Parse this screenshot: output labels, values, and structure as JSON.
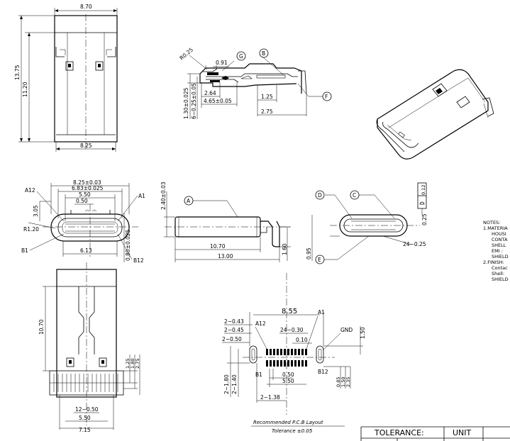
{
  "dims": {
    "top_width": "8.70",
    "overall_height": "13.75",
    "body_height": "11.20",
    "bottom_width": "8.25",
    "side_r": "R0.25",
    "side_091": "0.91",
    "side_130": "1.30±0.025",
    "side_6_025": "6−0.25±0.05",
    "side_264": "2.64",
    "side_465": "4.65±0.05",
    "side_125": "1.25",
    "side_275": "2.75",
    "front_825": "8.25±0.03",
    "front_683": "6.83±0.025",
    "front_550": "5.50",
    "front_050": "0.50",
    "front_305": "3.05",
    "front_r120": "R1.20",
    "front_613": "6.13",
    "front_080": "0.80±0.025",
    "side2_240": "2.40±0.03",
    "side2_1070": "10.70",
    "side2_1300": "13.00",
    "side2_160": "1.60",
    "end_095": "0.95",
    "end_24": "24−0.25",
    "end_012": "0.12",
    "end_025": "0.25",
    "bottom_1070": "10.70",
    "bottom_125": "1.25",
    "bottom_180": "1.80",
    "bottom_275": "2.75",
    "bottom_12_050": "12−0.50",
    "bottom_550": "5.50",
    "bottom_715": "7.15",
    "pcb_855": "8.55",
    "pcb_2_043": "2−0.43",
    "pcb_2_045": "2−0.45",
    "pcb_2_050": "2−0.50",
    "pcb_24_030": "24−0.30",
    "pcb_010": "0.10",
    "pcb_150": "1.50",
    "pcb_050": "0.50",
    "pcb_550": "5.50",
    "pcb_2_180": "2−1.80",
    "pcb_2_140": "2−1.40",
    "pcb_085": "0.85",
    "pcb_150b": "1.50",
    "pcb_235": "2.35",
    "pcb_2_138": "2−1.38"
  },
  "labels": {
    "a12": "A12",
    "a1": "A1",
    "b1": "B1",
    "b12": "B12",
    "gnd": "GND",
    "pcb_a12": "A12",
    "pcb_a1": "A1",
    "pcb_b1": "B1",
    "pcb_b12": "B12",
    "callout_a": "A",
    "callout_b": "B",
    "callout_c": "C",
    "callout_d": "D",
    "callout_e": "E",
    "callout_f": "F",
    "callout_g": "G"
  },
  "pcb_caption": "Recommended  P.C.B  Layout",
  "pcb_tolerance": "Tolerance  ±0.05",
  "notes": {
    "title": "NOTES:",
    "lines": [
      "1.MATERIA",
      "HOUSI",
      "CONTA",
      "SHELL",
      "EMI  :",
      "SHIELD",
      "2.FINISH:",
      "Contac",
      "Shell:",
      "SHIELD"
    ]
  },
  "title_block": {
    "tolerance": "TOLERANCE:",
    "unit": "UNIT"
  }
}
